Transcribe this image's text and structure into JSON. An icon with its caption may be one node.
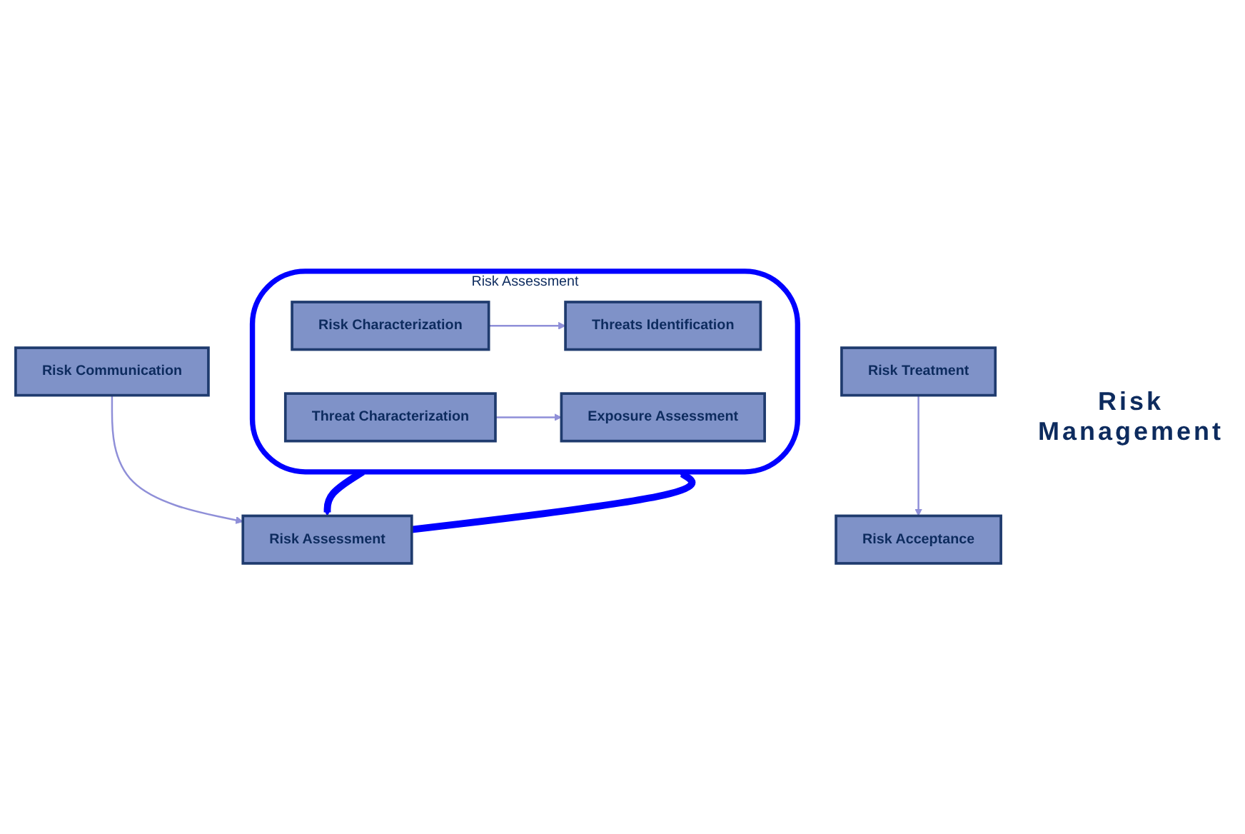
{
  "diagram": {
    "nodes": [
      {
        "text": [
          "Risk Assessment"
        ]
      },
      {
        "text": [
          "Threats Identification"
        ],
        "in": 0
      },
      {
        "text": [
          "Threat Characterization"
        ],
        "in": 0
      },
      {
        "text": [
          "Risk Characterization"
        ],
        "in": 0
      },
      {
        "text": [
          "Exposure Assessment"
        ],
        "in": 0
      },
      {
        "text": [
          "Risk Assessment"
        ]
      },
      {
        "text": [
          "Risk Treatment"
        ]
      },
      {
        "text": [
          "Risk Communication"
        ]
      },
      {
        "text": [
          "Risk Acceptance"
        ]
      }
    ],
    "edges": [
      {
        "from": 3,
        "to": 1,
        "arrow": "to"
      },
      {
        "from": 2,
        "to": 4,
        "arrow": "to"
      },
      {
        "from": 0,
        "to": 5,
        "arrow": "to",
        "style": "thick",
        "color": "#0000ff"
      },
      {
        "from": 5,
        "to": 0,
        "arrow": "to",
        "style": "thick",
        "color": "#0000ff"
      },
      {
        "from": 7,
        "to": 5,
        "arrow": "to"
      },
      {
        "from": 6,
        "to": 8,
        "arrow": "to"
      }
    ],
    "labels": [
      "Risk Management"
    ]
  }
}
